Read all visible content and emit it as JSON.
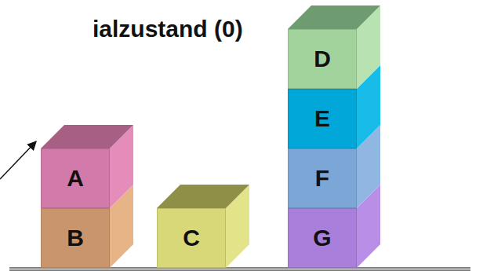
{
  "diagram": {
    "title": "ialzustand (0)",
    "nodes": [
      {
        "text": [
          "A"
        ]
      },
      {
        "text": [
          "B"
        ]
      },
      {
        "text": [
          "C"
        ]
      },
      {
        "text": [
          "D"
        ]
      },
      {
        "text": [
          "E"
        ]
      },
      {
        "text": [
          "F"
        ]
      },
      {
        "text": [
          "G"
        ]
      }
    ]
  }
}
